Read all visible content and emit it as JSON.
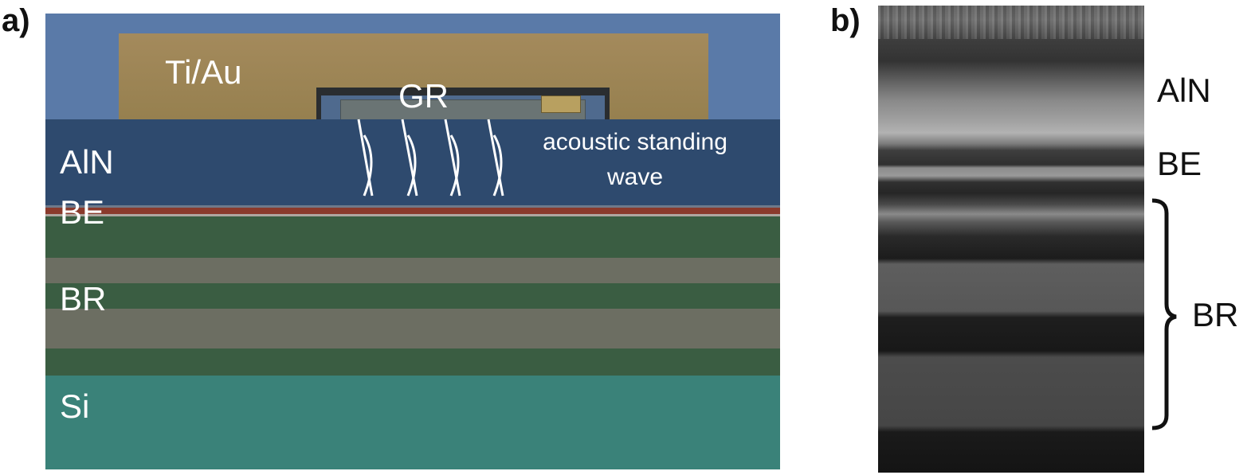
{
  "panel_a": {
    "letter": "a)",
    "labels": {
      "contact": "Ti/Au",
      "graphene": "GR",
      "piezo": "AlN",
      "bottom_electrode": "BE",
      "reflector": "BR",
      "substrate": "Si",
      "wave_line1": "acoustic standing",
      "wave_line2": "wave"
    },
    "colors": {
      "background": "#5a7aa8",
      "contact": "#a0875a",
      "aln": "#2e4a6e",
      "be": "#8a3a2c",
      "br_dark": "#3a5d42",
      "br_light": "#6c6e62",
      "si": "#3a8279",
      "graphene": "#5d6a6e"
    }
  },
  "panel_b": {
    "letter": "b)",
    "labels": {
      "piezo": "AlN",
      "bottom_electrode": "BE",
      "reflector": "BR"
    }
  }
}
